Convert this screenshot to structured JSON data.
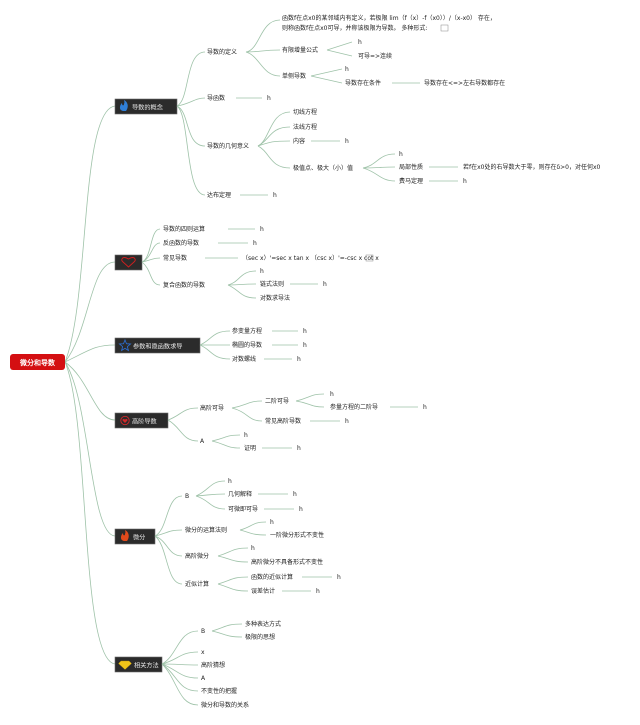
{
  "root": "微分和导数",
  "sections": {
    "s1": {
      "label": "导数的概念",
      "icon": "flame-icon",
      "color": "#2f7fd8"
    },
    "s2": {
      "label": "",
      "icon": "heart-icon",
      "color": "#d11f1f"
    },
    "s3": {
      "label": "参数和隐函数求导",
      "icon": "star-icon",
      "color": "#2d72d9"
    },
    "s4": {
      "label": "高阶导数",
      "icon": "heart-circle-icon",
      "color": "#d0292b"
    },
    "s5": {
      "label": "微分",
      "icon": "flame-icon",
      "color": "#e24a1b"
    },
    "s6": {
      "label": "相关方法",
      "icon": "diamond-icon",
      "color": "#f0c419"
    }
  },
  "t": {
    "def": "导数的定义",
    "def_text1": "函数f在点x0的某邻域内有定义，若极限 lim（f（x）-f（x0））/（x-x0） 存在，",
    "def_text2": "则称函数f在点x0可导，并称该极限为导数。 多种形式:",
    "finite": "有限增量公式",
    "finite_h": "h",
    "finite_cont": "可导=>连续",
    "onesided": "单侧导数",
    "onesided_h": "h",
    "onesided_cond": "导数存在条件",
    "onesided_cond2": "导数存在<=>左右导数都存在",
    "derivfn": "导函数",
    "derivfn_h": "h",
    "geo": "导数的几何意义",
    "tangent": "切线方程",
    "normal": "法线方程",
    "inner": "内容",
    "inner_h": "h",
    "extrema": "极值点、极大（小）值",
    "extrema_h": "h",
    "local": "局部性质",
    "local_text": "若f在x0处的右导数大于零，则存在δ>0，对任何x0",
    "fermat": "费马定理",
    "fermat_h": "h",
    "darboux": "达布定理",
    "darboux_h": "h",
    "arith": "导数的四则运算",
    "arith_h": "h",
    "inverse": "反函数的导数",
    "inverse_h": "h",
    "common": "常见导数",
    "common_text": "（sec x）'=sec x tan x （csc x）'=-csc x cot x",
    "composite": "复合函数的导数",
    "composite_h": "h",
    "chain": "链式法则",
    "chain_h": "h",
    "logdiff": "对数求导法",
    "param": "参变量方程",
    "param_h": "h",
    "ellipse": "椭圆的导数",
    "ellipse_h": "h",
    "logspiral": "对数螺线",
    "logspiral_h": "h",
    "higher": "高阶可导",
    "second": "二阶可导",
    "second_h": "h",
    "param2": "参量方程的二阶导",
    "param2_h": "h",
    "common_high": "常见高阶导数",
    "common_high_h": "h",
    "s4_A": "A",
    "s4_A_h": "h",
    "proof": "证明",
    "proof_h": "h",
    "s5_B": "B",
    "s5_B_h": "h",
    "geomean": "几何解释",
    "geomean_h": "h",
    "diffable": "可微即可导",
    "diffable_h": "h",
    "diffrule": "微分的运算法则",
    "diffrule_h": "h",
    "invariance": "一阶微分形式不变性",
    "highdiff": "高阶微分",
    "highdiff_h": "h",
    "highdiff_text": "高阶微分不具备形式不变性",
    "approx": "近似计算",
    "approx_fn": "函数的近似计算",
    "approx_fn_h": "h",
    "err": "误差估计",
    "err_h": "h",
    "s6_B": "B",
    "s6_multi": "多种表达方式",
    "s6_limit": "极限的思想",
    "s6_x": "x",
    "s6_high": "高阶猜想",
    "s6_A": "A",
    "s6_invariant": "不变性的把握",
    "s6_relation": "微分和导数的关系"
  }
}
